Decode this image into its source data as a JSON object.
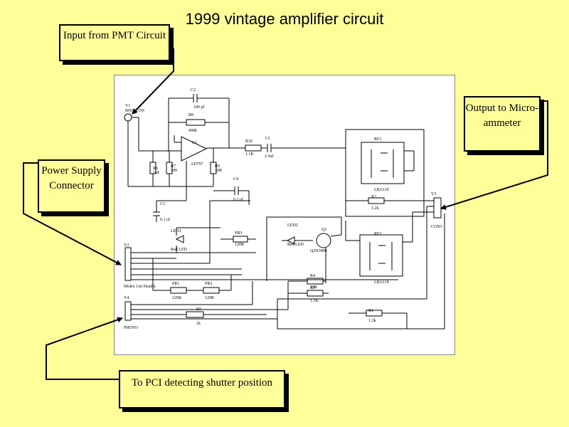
{
  "title": "1999 vintage amplifier circuit",
  "callouts": {
    "pmt": "Input from PMT Circuit",
    "power": "Power Supply Connector",
    "output": "Output to Micro-ammeter",
    "pci": "To PCI detecting shutter position"
  },
  "schematic": {
    "labels": {
      "y1": "Y1",
      "bnc": "BNC-CON",
      "c2": "C2",
      "c2_val": "100 pf",
      "r8": "R8",
      "r8_val": "499k",
      "u1": "U1",
      "ad": "AD797",
      "r6": "R6",
      "r6_val": "1M",
      "r7": "R7",
      "r7_val": "499",
      "r9": "R9",
      "r9_val": "10R",
      "r10": "R10",
      "r10_val": "1.1K",
      "c1": "C1",
      "c1_val": "2.5uf",
      "c4": "C4",
      "c4_val": "0.1 uf",
      "c3": "C3",
      "c3_val": "0.1 uf",
      "re1": "RE1",
      "lba1": "LBA110",
      "re2": "RE2",
      "lba2": "LBA110",
      "r2": "R2",
      "r2_val": "1.2k",
      "r1": "R1",
      "r1_val": "1.2k",
      "y3": "Y3",
      "con3": "CON3",
      "led1": "LED1",
      "redled1": "Red LED",
      "led2": "LED2",
      "redled2": "Red LED",
      "q1": "Q1",
      "q1_val": "Q2N3904",
      "pr3": "PR3",
      "pr3_val": "120R",
      "pr1": "PR1",
      "pr1_val": "120R",
      "pr2": "PR2",
      "pr2_val": "120R",
      "r4": "R4",
      "r4_val": "10K",
      "r3": "R3",
      "r3_val": "1.1K",
      "r5": "R5",
      "r5_val": "1k",
      "y2": "Y2",
      "molex": "Molex 1x6 Header",
      "y4": "Y4",
      "photo": "PHOTO"
    }
  }
}
